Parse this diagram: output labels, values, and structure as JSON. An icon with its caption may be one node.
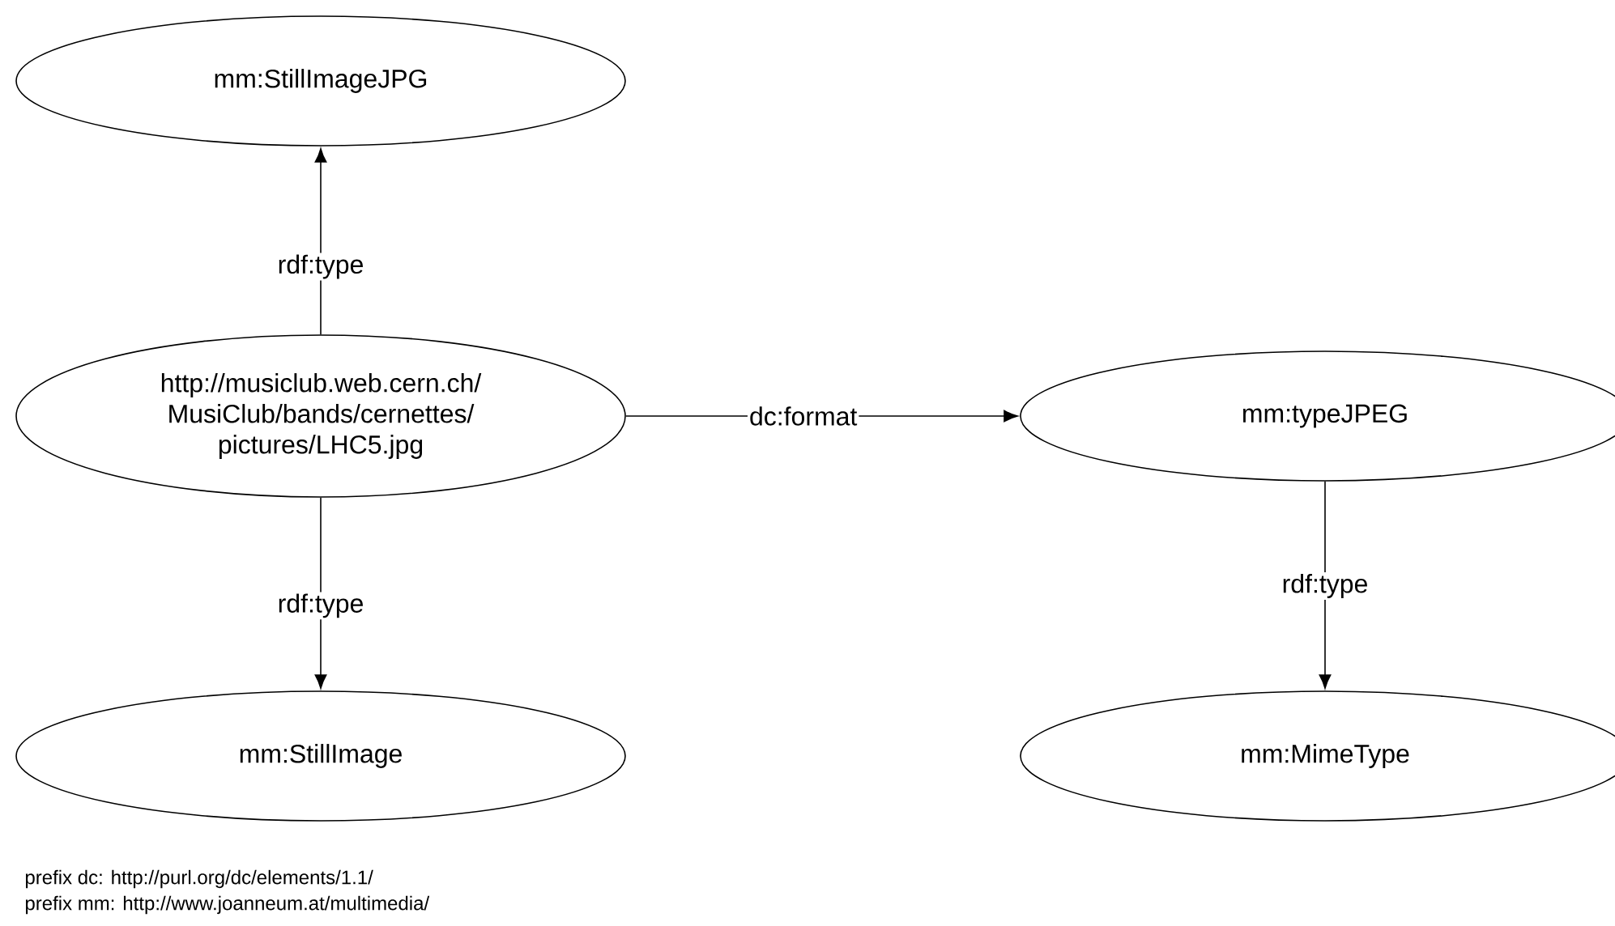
{
  "diagram": {
    "nodes": [
      {
        "text": [
          "mm:StillImageJPG"
        ]
      },
      {
        "text": [
          "http://musiclub.web.cern.ch/ MusiClub/bands/cernettes/ pictures/LHC5.jpg"
        ]
      },
      {
        "text": [
          "mm:typeJPEG"
        ]
      },
      {
        "text": [
          "mm:StillImage"
        ]
      },
      {
        "text": [
          "mm:MimeType"
        ]
      }
    ],
    "edges": [
      {
        "from": 1,
        "to": 0,
        "arrow": "to",
        "label": "rdf:type"
      },
      {
        "from": 1,
        "to": 2,
        "arrow": "to",
        "label": "dc:format"
      },
      {
        "from": 1,
        "to": 3,
        "arrow": "to",
        "label": "rdf:type"
      },
      {
        "from": 2,
        "to": 4,
        "arrow": "to",
        "label": "rdf:type"
      }
    ],
    "labels": [
      "prefix dc: http://purl.org/dc/elements/1.1/",
      "prefix mm: http://www.joanneum.at/multimedia/"
    ]
  }
}
